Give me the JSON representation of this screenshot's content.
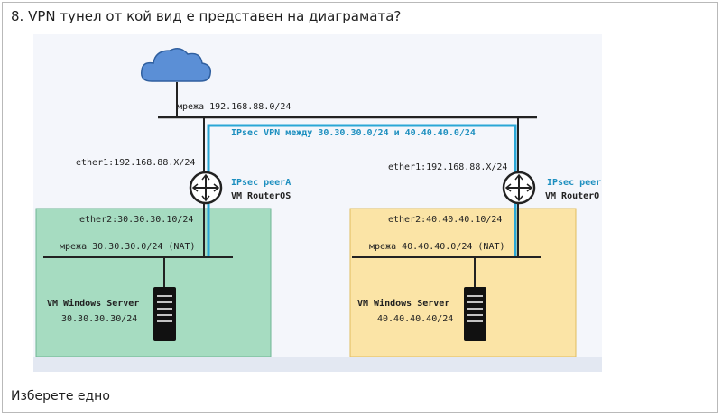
{
  "question": {
    "text": "8. VPN тунел от кой вид е представен на диаграмата?"
  },
  "diagram": {
    "top_network_label": "мрежа 192.168.88.0/24",
    "tunnel_label": "IPsec VPN между 30.30.30.0/24 и 40.40.40.0/24",
    "left": {
      "ether1_label": "ether1:192.168.88.X/24",
      "peer_label": "IPsec peerA",
      "router_label": "VM RouterOS",
      "ether2_label": "ether2:30.30.30.10/24",
      "network_label": "мрежа 30.30.30.0/24 (NAT)",
      "server_name": "VM Windows Server",
      "server_ip": "30.30.30.30/24"
    },
    "right": {
      "ether1_label": "ether1:192.168.88.X/24",
      "peer_label": "IPsec peer",
      "router_label": "VM RouterO",
      "ether2_label": "ether2:40.40.40.10/24",
      "network_label": "мрежа 40.40.40.0/24 (NAT)",
      "server_name": "VM Windows Server",
      "server_ip": "40.40.40.40/24"
    },
    "colors": {
      "cloud": "#5b8fd6",
      "tunnel": "#2aa7d6",
      "left_zone": "#a6dcc1",
      "right_zone": "#fbe4a6",
      "tunnel_text": "#1d8fbf"
    }
  },
  "footer": {
    "prompt": "Изберете едно"
  }
}
